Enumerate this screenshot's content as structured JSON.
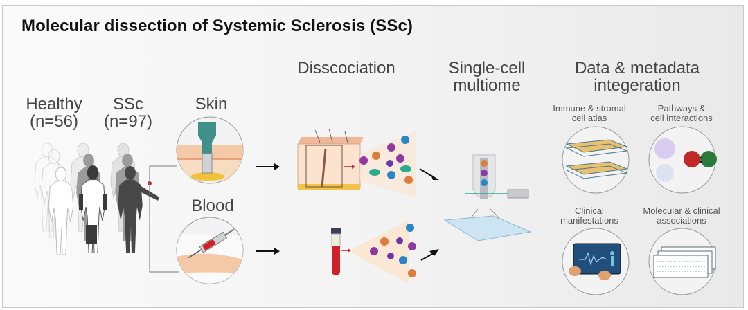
{
  "title": "Molecular dissection of Systemic Sclerosis (SSc)",
  "cohorts": {
    "healthy": {
      "label": "Healthy",
      "count": "(n=56)"
    },
    "ssc": {
      "label": "SSc",
      "count": "(n=97)"
    }
  },
  "samples": {
    "skin": "Skin",
    "blood": "Blood"
  },
  "steps": {
    "dissociation": "Disscociation",
    "multiome_line1": "Single-cell",
    "multiome_line2": "multiome",
    "integration_line1": "Data & metadata",
    "integration_line2": "integeration"
  },
  "outputs": {
    "atlas_line1": "Immune & stromal",
    "atlas_line2": "cell atlas",
    "pathways_line1": "Pathways &",
    "pathways_line2": "cell interactions",
    "clinical_line1": "Clinical",
    "clinical_line2": "manifestations",
    "assoc_line1": "Molecular & clinical",
    "assoc_line2": "associations"
  },
  "colors": {
    "border": "#c8c8c8",
    "text": "#444444",
    "blood_red": "#d0202a",
    "needle_teal": "#3f8f8a",
    "cell_purple": "#8e3aa0",
    "cell_blue": "#2a86c8",
    "cell_orange": "#e07a3a",
    "cell_teal": "#2aa98f",
    "tablet_blue": "#1f5c8f"
  }
}
